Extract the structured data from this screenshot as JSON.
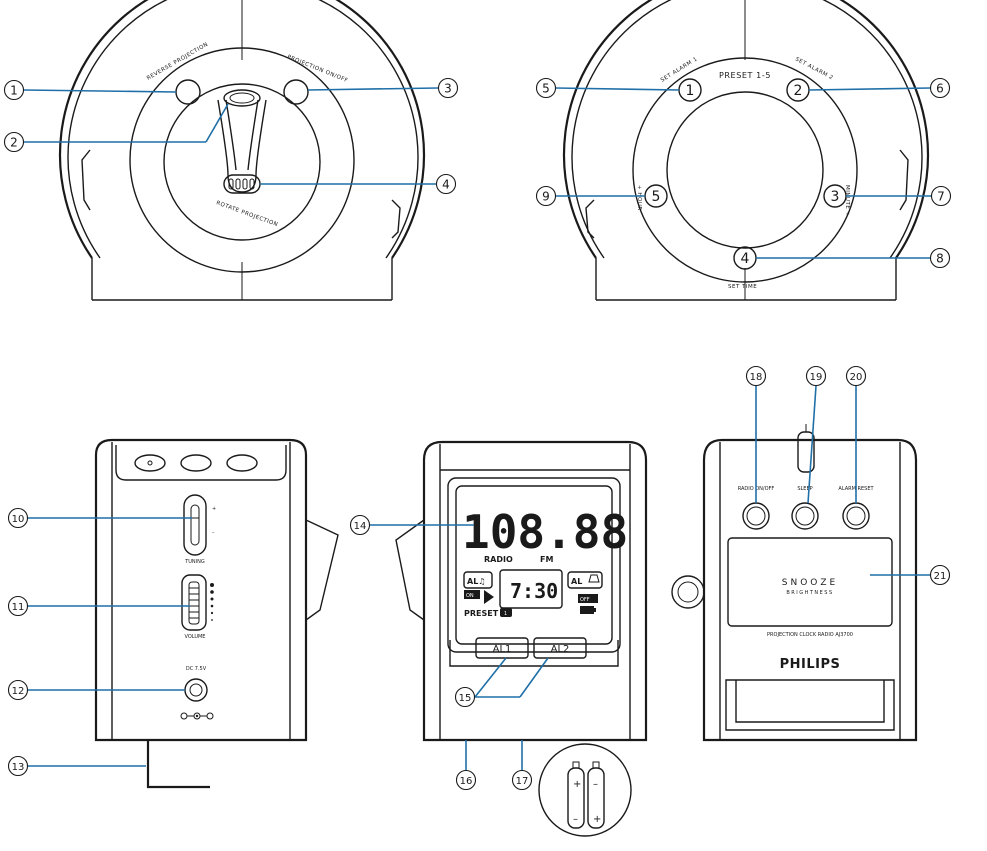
{
  "callouts": [
    "1",
    "2",
    "3",
    "4",
    "5",
    "6",
    "7",
    "8",
    "9",
    "10",
    "11",
    "12",
    "13",
    "14",
    "15",
    "16",
    "17",
    "18",
    "19",
    "20",
    "21"
  ],
  "front_view": {
    "reverse_projection": "REVERSE PROJECTION",
    "projection_on_off": "PROJECTION ON/OFF",
    "rotate_projection": "ROTATE PROJECTION"
  },
  "top_view": {
    "preset": "PRESET 1-5",
    "set_alarm_1": "SET ALARM 1",
    "set_alarm_2": "SET ALARM 2",
    "set_time": "SET TIME",
    "minute": "MINUTE +",
    "hour": "+ HOUR",
    "buttons": [
      "1",
      "2",
      "3",
      "4",
      "5"
    ]
  },
  "side_view": {
    "tuning": "TUNING",
    "plus": "+",
    "minus": "–",
    "volume": "VOLUME",
    "dc_label": "DC 7.5V"
  },
  "display": {
    "frequency": "108.88",
    "radio": "RADIO",
    "fm": "FM",
    "time": "7:30",
    "al1_icon": "AL♫",
    "al2_icon": "AL",
    "on": "ON",
    "off": "OFF",
    "preset": "PRESET",
    "preset_num": "1",
    "al1_button": "AL1",
    "al2_button": "AL2"
  },
  "back_view": {
    "radio_on_off": "RADIO ON/OFF",
    "sleep": "SLEEP",
    "alarm_reset": "ALARM RESET",
    "snooze": "SNOOZE",
    "brightness": "BRIGHTNESS",
    "model": "PROJECTION CLOCK RADIO AJ3700",
    "brand": "PHILIPS"
  },
  "colors": {
    "leader": "#1f6fa8",
    "line": "#1a1a1a"
  }
}
